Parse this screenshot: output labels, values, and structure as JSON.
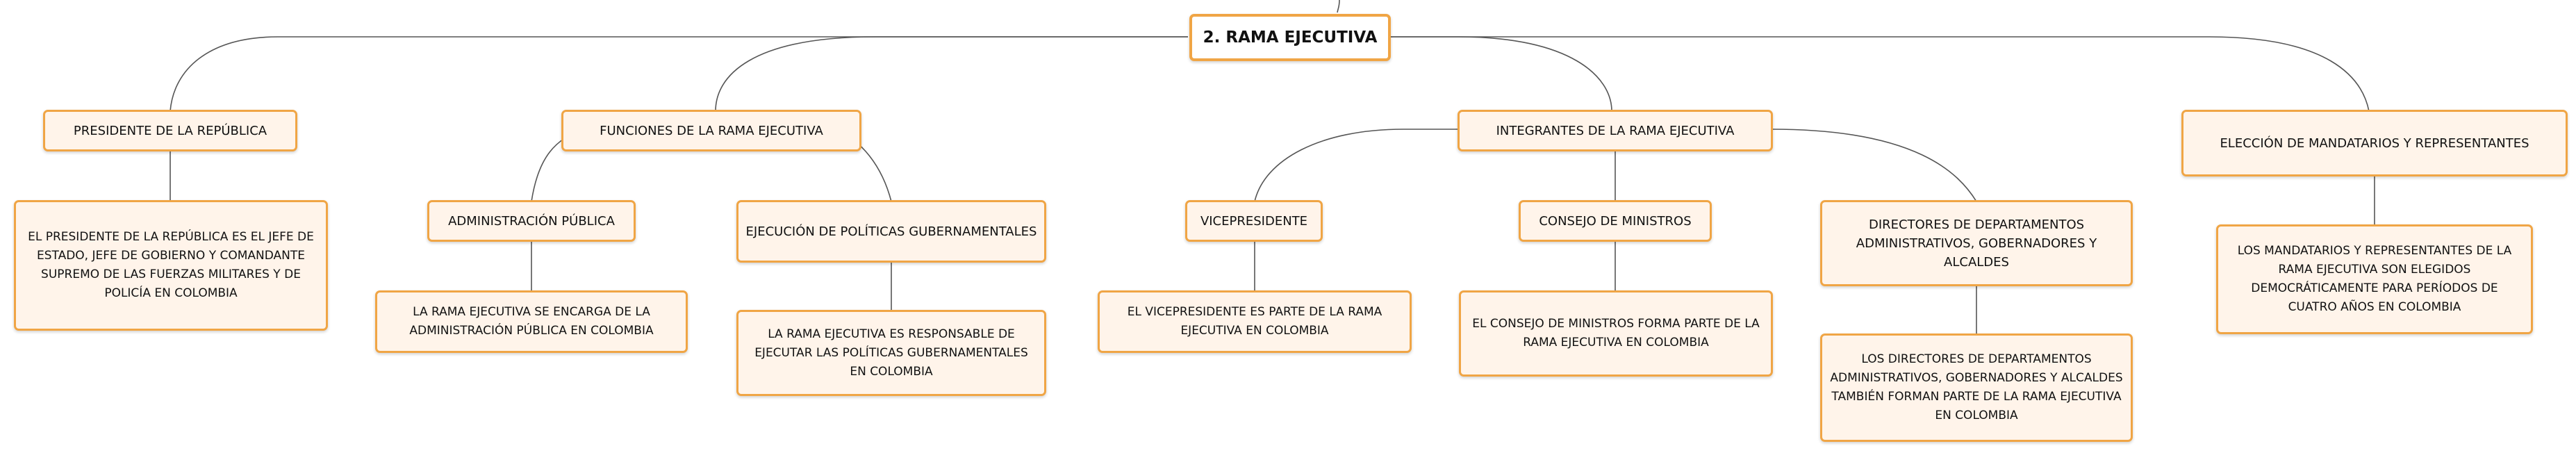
{
  "root": {
    "label": "2. RAMA EJECUTIVA"
  },
  "branches": {
    "presidente": {
      "label": "PRESIDENTE DE LA REPÚBLICA",
      "detail": "EL PRESIDENTE DE LA REPÚBLICA ES EL JEFE DE ESTADO, JEFE DE GOBIERNO Y COMANDANTE SUPREMO DE LAS FUERZAS MILITARES Y DE POLICÍA EN COLOMBIA"
    },
    "funciones": {
      "label": "FUNCIONES DE LA RAMA EJECUTIVA",
      "children": {
        "administracion": {
          "label": "ADMINISTRACIÓN PÚBLICA",
          "detail": "LA RAMA EJECUTIVA SE ENCARGA DE LA ADMINISTRACIÓN PÚBLICA EN COLOMBIA"
        },
        "ejecucion": {
          "label": "EJECUCIÓN DE POLÍTICAS GUBERNAMENTALES",
          "detail": "LA RAMA EJECUTIVA ES RESPONSABLE DE EJECUTAR LAS POLÍTICAS GUBERNAMENTALES EN COLOMBIA"
        }
      }
    },
    "integrantes": {
      "label": "INTEGRANTES DE LA RAMA EJECUTIVA",
      "children": {
        "vicepresidente": {
          "label": "VICEPRESIDENTE",
          "detail": "EL VICEPRESIDENTE ES PARTE DE LA RAMA EJECUTIVA EN COLOMBIA"
        },
        "consejo": {
          "label": "CONSEJO DE MINISTROS",
          "detail": "EL CONSEJO DE MINISTROS FORMA PARTE DE LA RAMA EJECUTIVA EN COLOMBIA"
        },
        "directores": {
          "label": "DIRECTORES DE DEPARTAMENTOS ADMINISTRATIVOS, GOBERNADORES Y ALCALDES",
          "detail": "LOS DIRECTORES DE DEPARTAMENTOS ADMINISTRATIVOS, GOBERNADORES Y ALCALDES TAMBIÉN FORMAN PARTE DE LA RAMA EJECUTIVA EN COLOMBIA"
        }
      }
    },
    "eleccion": {
      "label": "ELECCIÓN DE MANDATARIOS Y REPRESENTANTES",
      "detail": "LOS MANDATARIOS Y REPRESENTANTES DE LA RAMA EJECUTIVA SON ELEGIDOS DEMOCRÁTICAMENTE PARA PERÍODOS DE CUATRO AÑOS EN COLOMBIA"
    }
  },
  "colors": {
    "border": "#f0a545",
    "fill": "#fff4ea",
    "line": "#555555"
  }
}
